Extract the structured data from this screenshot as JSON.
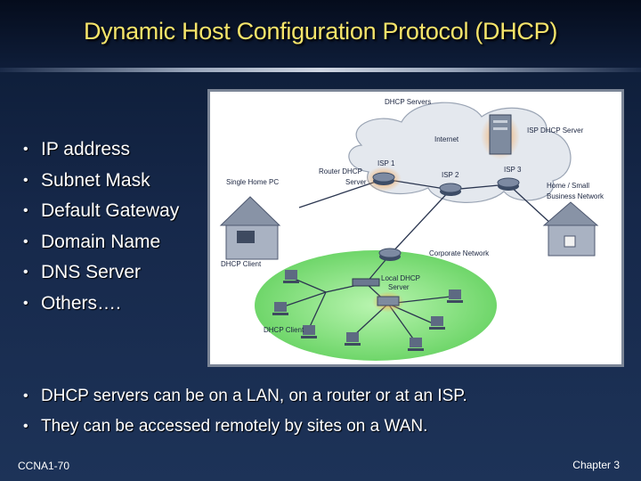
{
  "slide": {
    "title": "Dynamic Host Configuration Protocol (DHCP)",
    "bullets": [
      "IP address",
      "Subnet Mask",
      "Default Gateway",
      "Domain Name",
      "DNS Server",
      "Others…."
    ],
    "bottom_bullets": [
      "DHCP servers can be on a LAN, on a router or at an ISP.",
      "They can be accessed remotely by sites on a WAN."
    ],
    "footer_left": "CCNA1-70",
    "footer_right": "Chapter 3",
    "bullet_glyph": "•"
  },
  "diagram": {
    "dhcp_servers": "DHCP Servers",
    "internet": "Internet",
    "isp_dhcp_server": "ISP DHCP Server",
    "router_dhcp_server_1": "Router DHCP",
    "router_dhcp_server_2": "Server",
    "isp1": "ISP 1",
    "isp2": "ISP 2",
    "isp3": "ISP 3",
    "single_home_pc": "Single Home PC",
    "home_small_business_1": "Home / Small",
    "home_small_business_2": "Business Network",
    "dhcp_client_home": "DHCP Client",
    "corporate_network": "Corporate Network",
    "local_dhcp_server_1": "Local DHCP",
    "local_dhcp_server_2": "Server",
    "dhcp_client_lan": "DHCP Client"
  },
  "colors": {
    "title": "#f5e46a",
    "text": "#ffffff",
    "lan": "#8fe38a",
    "highlight": "#f08a2c",
    "cloud": "#dfe3ea"
  }
}
